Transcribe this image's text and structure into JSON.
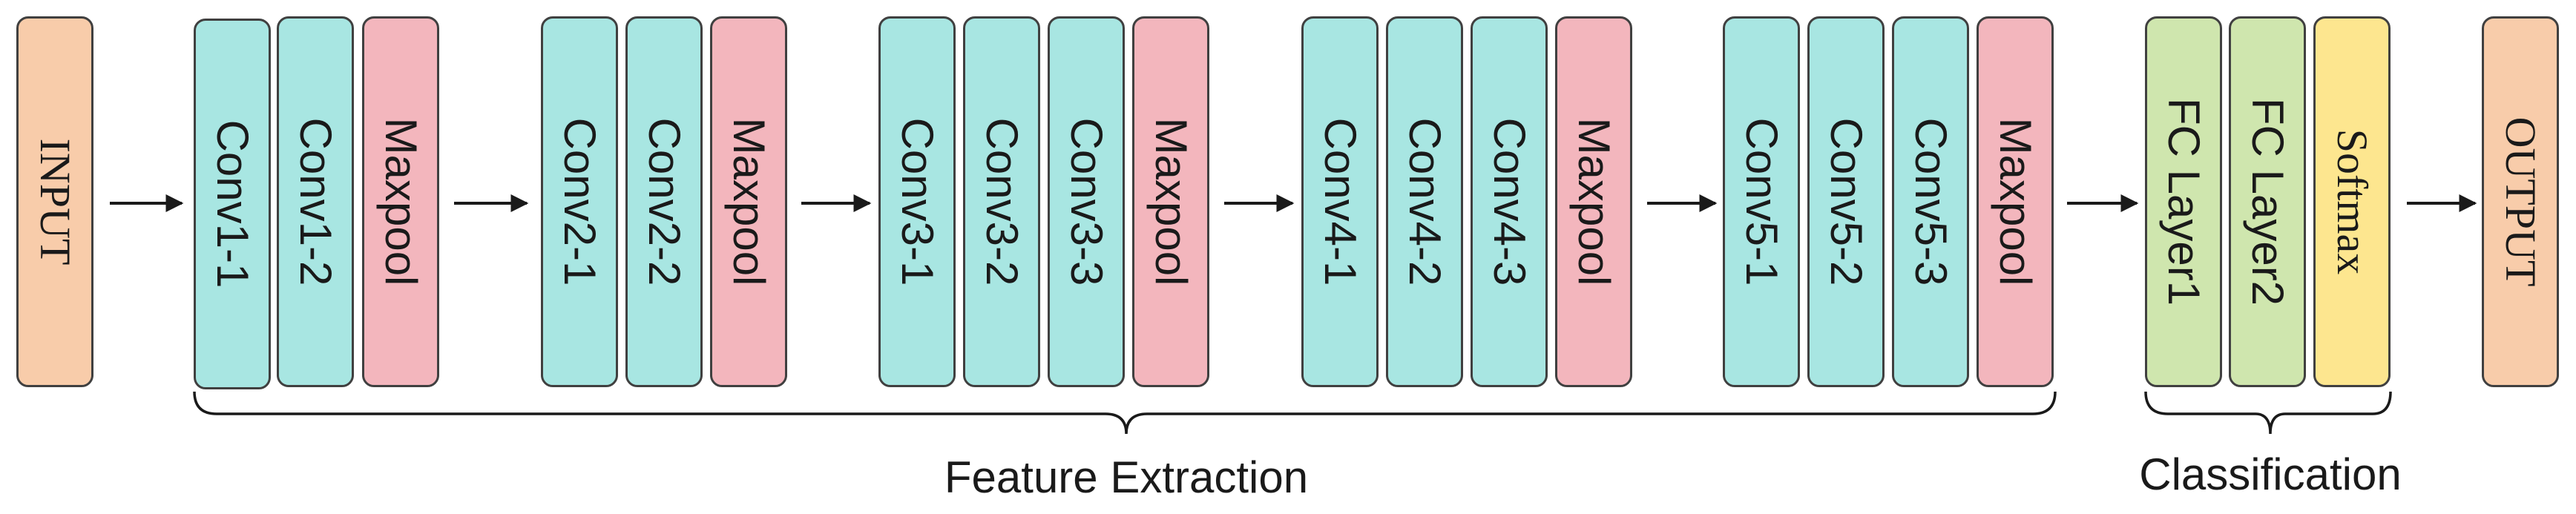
{
  "input_label": "INPUT",
  "output_label": "OUTPUT",
  "blocks": [
    {
      "layers": [
        "Conv1-1",
        "Conv1-2",
        "Maxpool"
      ]
    },
    {
      "layers": [
        "Conv2-1",
        "Conv2-2",
        "Maxpool"
      ]
    },
    {
      "layers": [
        "Conv3-1",
        "Conv3-2",
        "Conv3-3",
        "Maxpool"
      ]
    },
    {
      "layers": [
        "Conv4-1",
        "Conv4-2",
        "Conv4-3",
        "Maxpool"
      ]
    },
    {
      "layers": [
        "Conv5-1",
        "Conv5-2",
        "Conv5-3",
        "Maxpool"
      ]
    }
  ],
  "classifier": {
    "layers": [
      "FC Layer1",
      "FC Layer2",
      "Softmax"
    ]
  },
  "groups": {
    "feature_extraction": "Feature Extraction",
    "classification": "Classification"
  },
  "colors": {
    "conv": "#a8e6e2",
    "maxpool": "#f3b6bd",
    "io": "#f8ccaa",
    "fc": "#cfe6ae",
    "softmax": "#fde68f",
    "stroke": "#404040"
  }
}
